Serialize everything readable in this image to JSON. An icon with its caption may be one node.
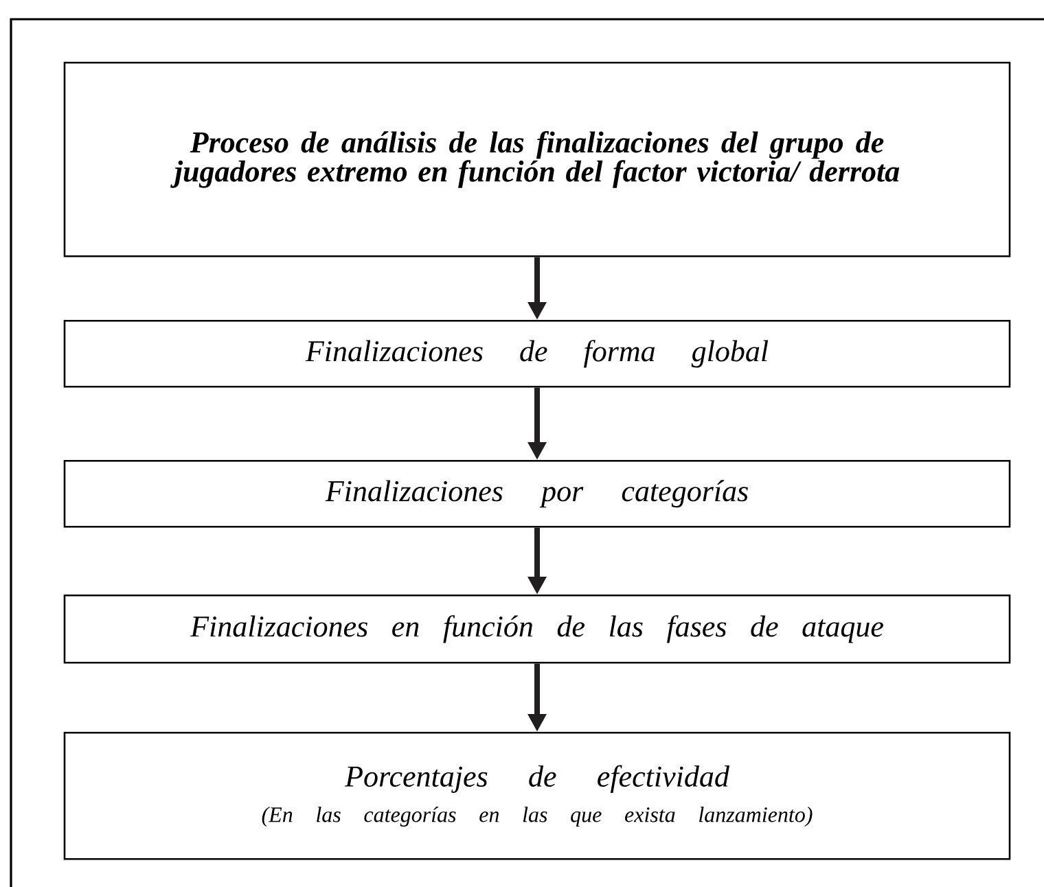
{
  "diagram": {
    "nodes": [
      {
        "text": [
          "Proceso de análisis de las finalizaciones del grupo de jugadores extremo en función del factor victoria/ derrota"
        ]
      },
      {
        "text": [
          "Finalizaciones de forma global"
        ]
      },
      {
        "text": [
          "Finalizaciones por categorías"
        ]
      },
      {
        "text": [
          "Finalizaciones en función de las fases de ataque"
        ]
      },
      {
        "text": [
          "Porcentajes de efectividad",
          "(En las categorías en las que exista lanzamiento)"
        ]
      }
    ],
    "edges": [
      {
        "from": 0,
        "to": 1,
        "arrow": "to"
      },
      {
        "from": 1,
        "to": 2,
        "arrow": "to"
      },
      {
        "from": 2,
        "to": 3,
        "arrow": "to"
      },
      {
        "from": 3,
        "to": 4,
        "arrow": "to"
      }
    ]
  }
}
